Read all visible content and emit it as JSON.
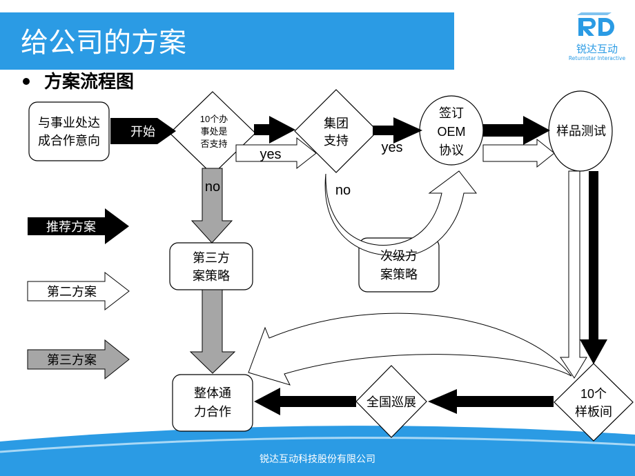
{
  "header": {
    "title": "给公司的方案",
    "subtitle": "方案流程图"
  },
  "logo": {
    "name": "Returnstar",
    "cn": "锐达互动",
    "en": "Returnstar Interactive"
  },
  "nodes": {
    "start_box": [
      "与事业处达",
      "成合作意向"
    ],
    "start_arrow": "开始",
    "decision1": [
      "10个办",
      "事处是",
      "否支持"
    ],
    "decision2": [
      "集团",
      "支持"
    ],
    "oem": [
      "签订",
      "OEM",
      "协议"
    ],
    "sample_test": "样品测试",
    "third_strategy": [
      "第三方",
      "案策略"
    ],
    "sub_strategy": [
      "次级方",
      "案策略"
    ],
    "overall": [
      "整体通",
      "力合作"
    ],
    "tour": "全国巡展",
    "showrooms": [
      "10个",
      "样板间"
    ]
  },
  "labels": {
    "yes1": "yes",
    "yes2": "yes",
    "no1": "no",
    "no2": "no"
  },
  "legend": {
    "recommended": "推荐方案",
    "second": "第二方案",
    "third": "第三方案"
  },
  "footer": {
    "company": "锐达互动科技股份有限公司"
  },
  "colors": {
    "brand": "#2b9be4",
    "recommended": "#000000",
    "third": "#a6a6a6",
    "second": "#ffffff"
  }
}
